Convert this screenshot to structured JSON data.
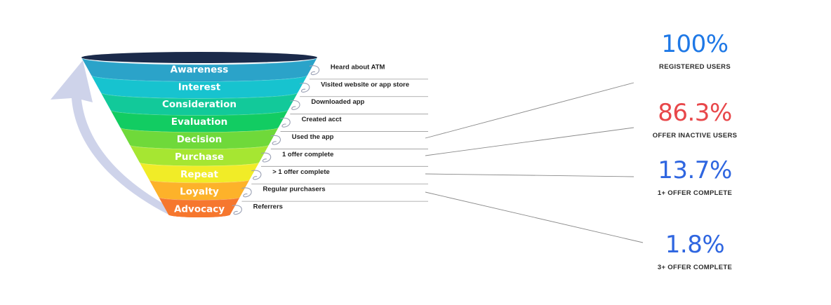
{
  "funnel": {
    "stages": [
      {
        "label": "Awareness",
        "description": "Heard about ATM",
        "color": "#2BA3C9"
      },
      {
        "label": "Interest",
        "description": "Visited website or app store",
        "color": "#17C3CF"
      },
      {
        "label": "Consideration",
        "description": "Downloaded app",
        "color": "#12C99A"
      },
      {
        "label": "Evaluation",
        "description": "Created acct",
        "color": "#12CC62"
      },
      {
        "label": "Decision",
        "description": "Used the app",
        "color": "#6FD93A"
      },
      {
        "label": "Purchase",
        "description": "1 offer complete",
        "color": "#A6E632"
      },
      {
        "label": "Repeat",
        "description": "> 1 offer complete",
        "color": "#F1EC27"
      },
      {
        "label": "Loyalty",
        "description": "Regular purchasers",
        "color": "#FDB22A"
      },
      {
        "label": "Advocacy",
        "description": "Referrers",
        "color": "#F6772E"
      }
    ],
    "top_color": "#1B2A4A",
    "arrow_color": "#C5CBE6"
  },
  "stats": [
    {
      "value": "100%",
      "caption": "REGISTERED USERS",
      "color": "#1E78E6"
    },
    {
      "value": "86.3%",
      "caption": "OFFER INACTIVE USERS",
      "color": "#E8474A"
    },
    {
      "value": "13.7%",
      "caption": "1+ OFFER COMPLETE",
      "color": "#2F66E0"
    },
    {
      "value": "1.8%",
      "caption": "3+ OFFER COMPLETE",
      "color": "#2F66E0"
    }
  ]
}
